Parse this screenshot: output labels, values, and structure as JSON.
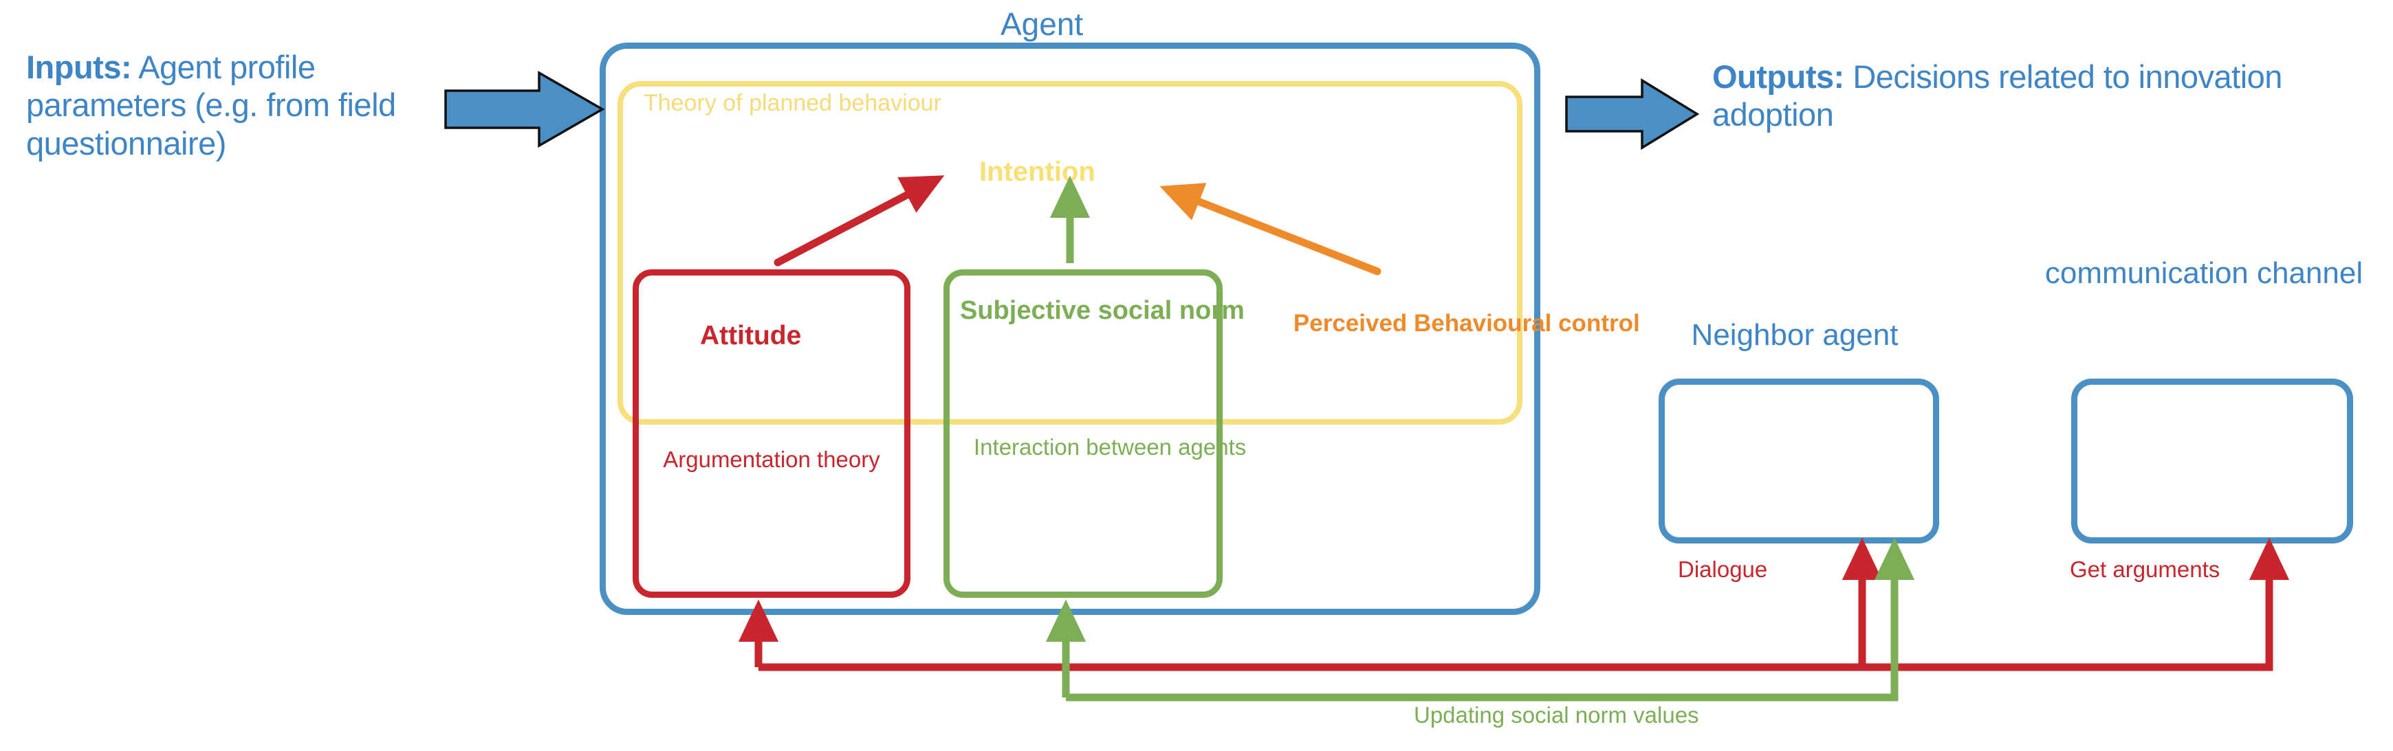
{
  "diagram": {
    "inputs": {
      "lead": "Inputs:",
      "rest": " Agent profile parameters (e.g. from field questionnaire)"
    },
    "outputs": {
      "lead": "Outputs:",
      "rest": " Decisions related to innovation adoption"
    },
    "agent_label": "Agent",
    "tpb_label": "Theory of planned behaviour",
    "intention_label": "Intention",
    "attitude": {
      "title": "Attitude",
      "subtitle": "Argumentation theory"
    },
    "subjective_norm": {
      "title": "Subjective social norm",
      "subtitle": "Interaction between agents"
    },
    "perceived_control": {
      "title": "Perceived Behavioural control"
    },
    "neighbor_agent_label": "Neighbor agent",
    "communication_channel_label": "communication channel",
    "dialogue_label": "Dialogue",
    "get_arguments_label": "Get arguments",
    "updating_label": "Updating social norm values",
    "colors": {
      "blue": "#4a90c4",
      "blue_text": "#3d85c6",
      "yellow": "#f8df7c",
      "yellow_text": "#f6db79",
      "intention_yellow": "#fadf72",
      "red": "#c8252c",
      "green": "#7cae55",
      "orange": "#ef8a2b",
      "arrow_fill": "#4a90c4",
      "arrow_stroke": "#111111"
    }
  }
}
